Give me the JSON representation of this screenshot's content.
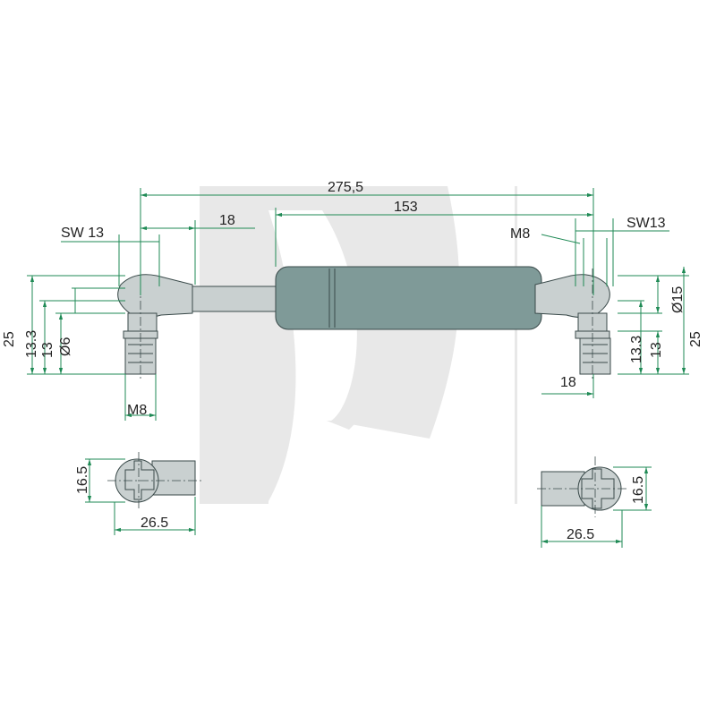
{
  "dimensions": {
    "overall_length": "275,5",
    "cylinder_length": "153",
    "rod_offset": "18",
    "sw_left": "SW 13",
    "sw_right": "SW13",
    "thread_left": "M8",
    "thread_right": "M8",
    "diameter_cylinder": "Ø15",
    "diameter_pin": "Ø6",
    "height_25_left": "25",
    "height_13_3_left": "13.3",
    "height_13_left": "13",
    "height_25_right": "25",
    "height_13_3_right": "13.3",
    "height_13_right": "13",
    "offset_18_right": "18",
    "socket_height_left": "16.5",
    "socket_width_left": "26.5",
    "socket_height_right": "16.5",
    "socket_width_right": "26.5"
  },
  "colors": {
    "dimension_line": "#1f8a55",
    "cylinder": "#7f9a98",
    "fitting": "#c9d0d0",
    "watermark": "#e6e6e6"
  }
}
